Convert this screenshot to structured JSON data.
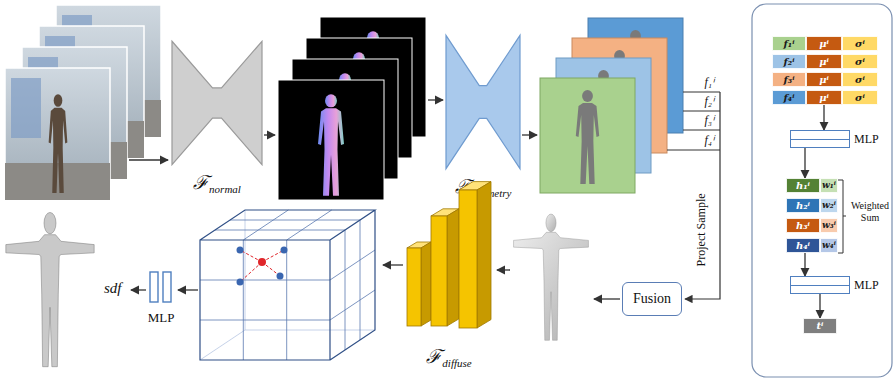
{
  "diagram": {
    "nodes": [
      {
        "text": [
          "ℱ",
          "normal"
        ]
      },
      {
        "text": [
          "ℱ",
          "geometry"
        ]
      },
      {
        "text": [
          "f₁ⁱ"
        ]
      },
      {
        "text": [
          "μⁱ"
        ]
      },
      {
        "text": [
          "σⁱ"
        ]
      },
      {
        "text": [
          "f₂ⁱ"
        ]
      },
      {
        "text": [
          "μⁱ"
        ]
      },
      {
        "text": [
          "σⁱ"
        ]
      },
      {
        "text": [
          "f₃ⁱ"
        ]
      },
      {
        "text": [
          "μⁱ"
        ]
      },
      {
        "text": [
          "σⁱ"
        ]
      },
      {
        "text": [
          "f₄ⁱ"
        ]
      },
      {
        "text": [
          "μⁱ"
        ]
      },
      {
        "text": [
          "σⁱ"
        ]
      },
      {
        "text": [
          "MLP"
        ]
      },
      {
        "text": [
          "h₁ⁱ"
        ]
      },
      {
        "text": [
          "w₁ⁱ"
        ]
      },
      {
        "text": [
          "h₂ⁱ"
        ]
      },
      {
        "text": [
          "w₂ⁱ"
        ]
      },
      {
        "text": [
          "h₃ⁱ"
        ]
      },
      {
        "text": [
          "w₃ⁱ"
        ]
      },
      {
        "text": [
          "h₄ⁱ"
        ]
      },
      {
        "text": [
          "w₄ⁱ"
        ]
      },
      {
        "text": [
          "MLP"
        ]
      },
      {
        "text": [
          "tⁱ"
        ]
      },
      {
        "text": [
          "Fusion"
        ]
      },
      {
        "text": [
          "ℱ",
          "diffuse"
        ]
      },
      {
        "text": [
          "MLP"
        ]
      }
    ],
    "edges": [
      {
        "from": 12,
        "to": 14,
        "arrow": "to"
      },
      {
        "from": 14,
        "to": 15,
        "arrow": "to"
      },
      {
        "from": 21,
        "to": 23,
        "arrow": "to"
      },
      {
        "from": 23,
        "to": 24,
        "arrow": "to"
      }
    ],
    "labels": [
      "f₁ⁱ",
      "f₂ⁱ",
      "f₃ⁱ",
      "f₄ⁱ",
      "Project Sample",
      "Weighted Sum",
      "sdf"
    ]
  }
}
